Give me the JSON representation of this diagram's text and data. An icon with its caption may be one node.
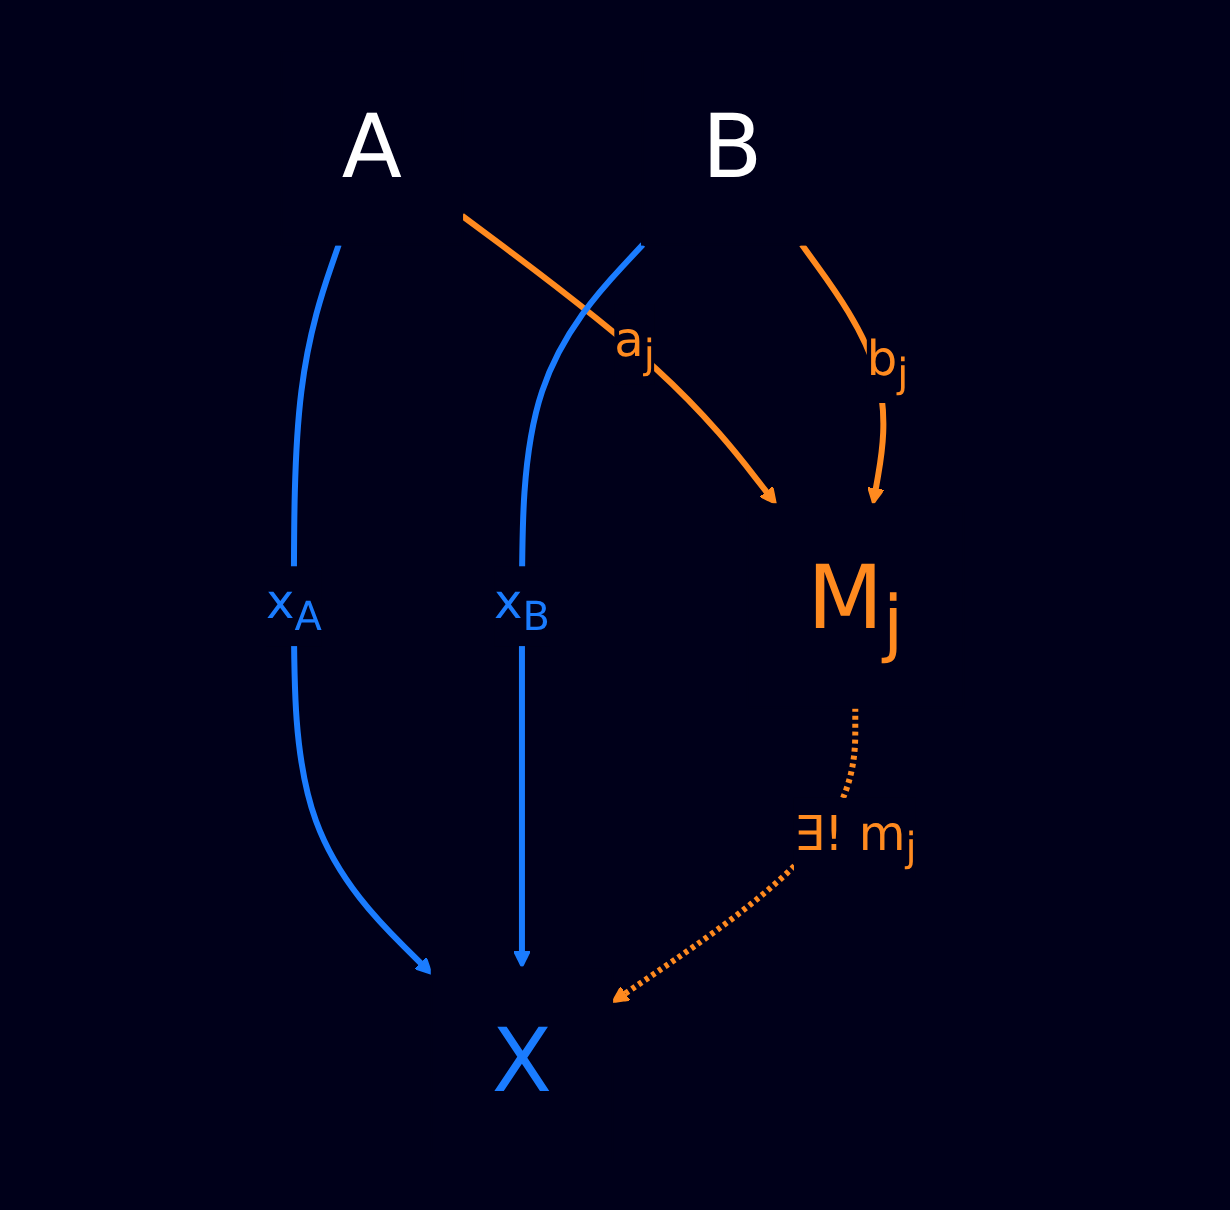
{
  "diagram": {
    "nodes": [
      {
        "text": [
          "A"
        ]
      },
      {
        "text": [
          "B"
        ]
      },
      {
        "text": [
          "M$_{j}$"
        ]
      },
      {
        "text": [
          "X"
        ]
      }
    ],
    "edges": [
      {
        "from": 0,
        "to": 2,
        "arrow": "to",
        "label": "a$_{j}$"
      },
      {
        "from": 1,
        "to": 2,
        "arrow": "to",
        "label": "b$_{j}$"
      },
      {
        "from": 0,
        "to": 3,
        "arrow": "to",
        "label": "x$_{A}$",
        "color": "#1a7cff"
      },
      {
        "from": 1,
        "to": 3,
        "arrow": "to",
        "label": "x$_{B}$",
        "color": "#1a7cff"
      },
      {
        "from": 2,
        "to": 3,
        "arrow": "to",
        "label": "∃! m$_{j}$",
        "style": "dashed"
      }
    ]
  }
}
